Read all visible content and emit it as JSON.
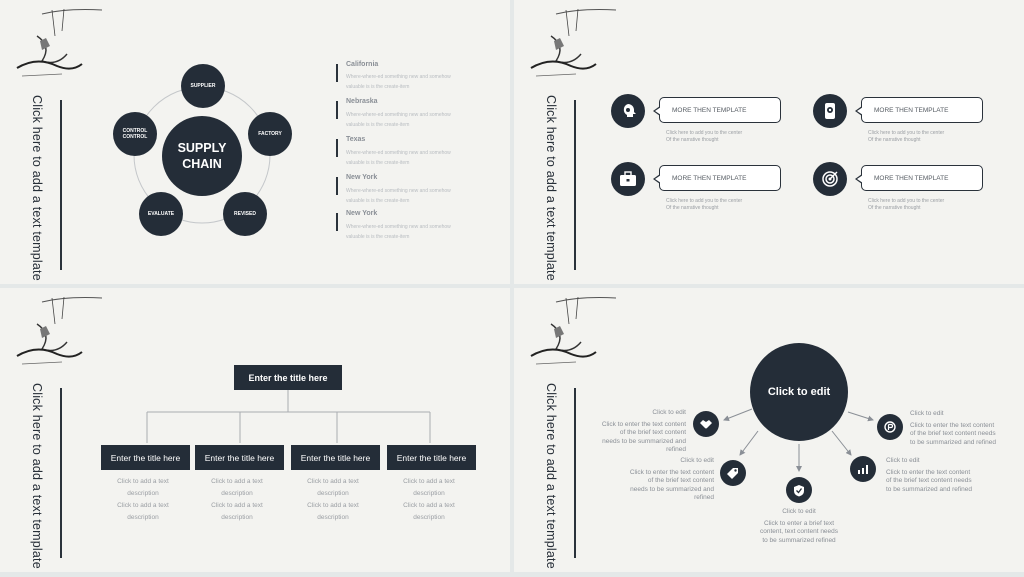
{
  "side_title": "Click here to add a text template",
  "slide1": {
    "center": [
      "SUPPLY",
      "CHAIN"
    ],
    "nodes": {
      "supplier": "SUPPLIER",
      "factory": "FACTORY",
      "revised": "REVISED",
      "evaluate": "EVALUATE",
      "control": [
        "CONTROL",
        "CONTROL"
      ]
    },
    "cities": [
      {
        "name": "California",
        "desc": [
          "Where-where-ed something new and somehow",
          "valuable is is the create-item"
        ]
      },
      {
        "name": "Nebraska",
        "desc": [
          "Where-where-ed something new and somehow",
          "valuable is is the create-item"
        ]
      },
      {
        "name": "Texas",
        "desc": [
          "Where-where-ed something new and somehow",
          "valuable is is the create-item"
        ]
      },
      {
        "name": "New York",
        "desc": [
          "Where-where-ed something new and somehow",
          "valuable is is the create-item"
        ]
      },
      {
        "name": "New York",
        "desc": [
          "Where-where-ed something new and somehow",
          "valuable is is the create-item"
        ]
      }
    ]
  },
  "slide2": {
    "items": [
      {
        "icon": "head-gear-icon",
        "label": "MORE THEN TEMPLATE",
        "sub": [
          "Click here to add you to the center",
          "Of the narrative thought"
        ]
      },
      {
        "icon": "phone-gear-icon",
        "label": "MORE THEN TEMPLATE",
        "sub": [
          "Click here to add you to the center",
          "Of the narrative thought"
        ]
      },
      {
        "icon": "briefcase-icon",
        "label": "MORE THEN TEMPLATE",
        "sub": [
          "Click here to add you to the center",
          "Of the narrative thought"
        ]
      },
      {
        "icon": "target-icon",
        "label": "MORE THEN TEMPLATE",
        "sub": [
          "Click here to add you to the center",
          "Of the narrative thought"
        ]
      }
    ]
  },
  "slide3": {
    "top": "Enter the title here",
    "boxes": [
      {
        "title": "Enter the title here",
        "desc": [
          "Click to add a text",
          "description",
          "Click to add a text",
          "description"
        ]
      },
      {
        "title": "Enter the title here",
        "desc": [
          "Click to add a text",
          "description",
          "Click to add a text",
          "description"
        ]
      },
      {
        "title": "Enter the title here",
        "desc": [
          "Click to add a text",
          "description",
          "Click to add a text",
          "description"
        ]
      },
      {
        "title": "Enter the title here",
        "desc": [
          "Click to add a text",
          "description",
          "Click to add a text",
          "description"
        ]
      }
    ]
  },
  "slide4": {
    "center": "Click to edit",
    "tl": {
      "title": "Click to edit",
      "lines": [
        "Click to enter the text content",
        "of the brief text content",
        "needs to be summarized and",
        "refined"
      ]
    },
    "ml": {
      "title": "Click to edit",
      "lines": [
        "Click to enter the text content",
        "of the brief text content",
        "needs to be summarized and",
        "refined"
      ]
    },
    "bottom": {
      "title": "Click to edit",
      "lines": [
        "Click to enter a brief text",
        "content, text content needs",
        "to be summarized refined"
      ]
    },
    "tr": {
      "title": "Click to edit",
      "lines": [
        "Click to enter the text content",
        "of the brief text content needs",
        "to be summarized and refined"
      ]
    },
    "mr": {
      "title": "Click to edit",
      "lines": [
        "Click to enter the text content",
        "of the brief text content needs",
        "to be summarized and refined"
      ]
    }
  }
}
